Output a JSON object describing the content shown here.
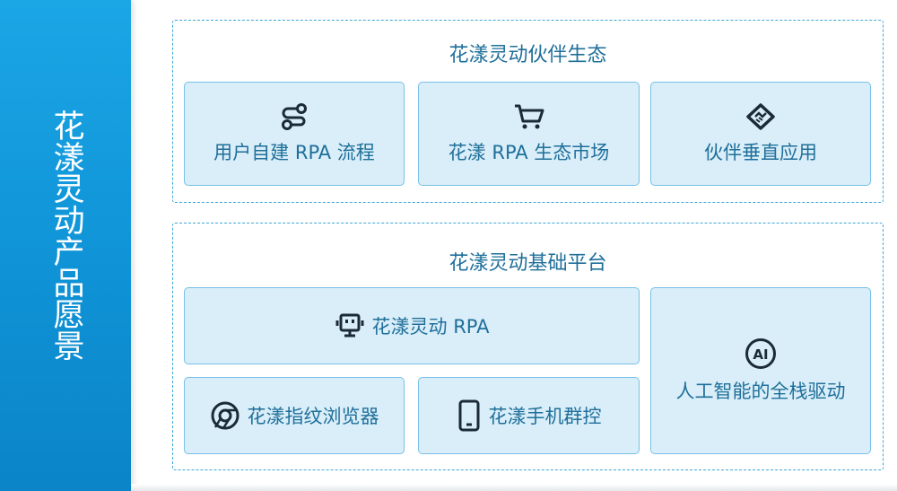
{
  "sidebar": {
    "title": "花漾灵动产品愿景"
  },
  "ecosystem": {
    "title": "花漾灵动伙伴生态",
    "cards": [
      {
        "label": "用户自建 RPA 流程",
        "icon": "workflow-icon"
      },
      {
        "label": "花漾 RPA 生态市场",
        "icon": "shopping-cart-icon"
      },
      {
        "label": "伙伴垂直应用",
        "icon": "handshake-icon"
      }
    ]
  },
  "platform": {
    "title": "花漾灵动基础平台",
    "cards": [
      {
        "label": "花漾灵动 RPA",
        "icon": "robot-icon"
      },
      {
        "label": "花漾指纹浏览器",
        "icon": "browser-icon"
      },
      {
        "label": "花漾手机群控",
        "icon": "mobile-phone-icon"
      },
      {
        "label": "人工智能的全栈驱动",
        "icon": "ai-icon",
        "icon_text": "AI"
      }
    ]
  },
  "colors": {
    "accent": "#1ba6e6",
    "card_bg": "#d9eef9",
    "card_border": "#78c0e6",
    "text": "#1f6f9a",
    "dashed_border": "#3fa7d8"
  }
}
